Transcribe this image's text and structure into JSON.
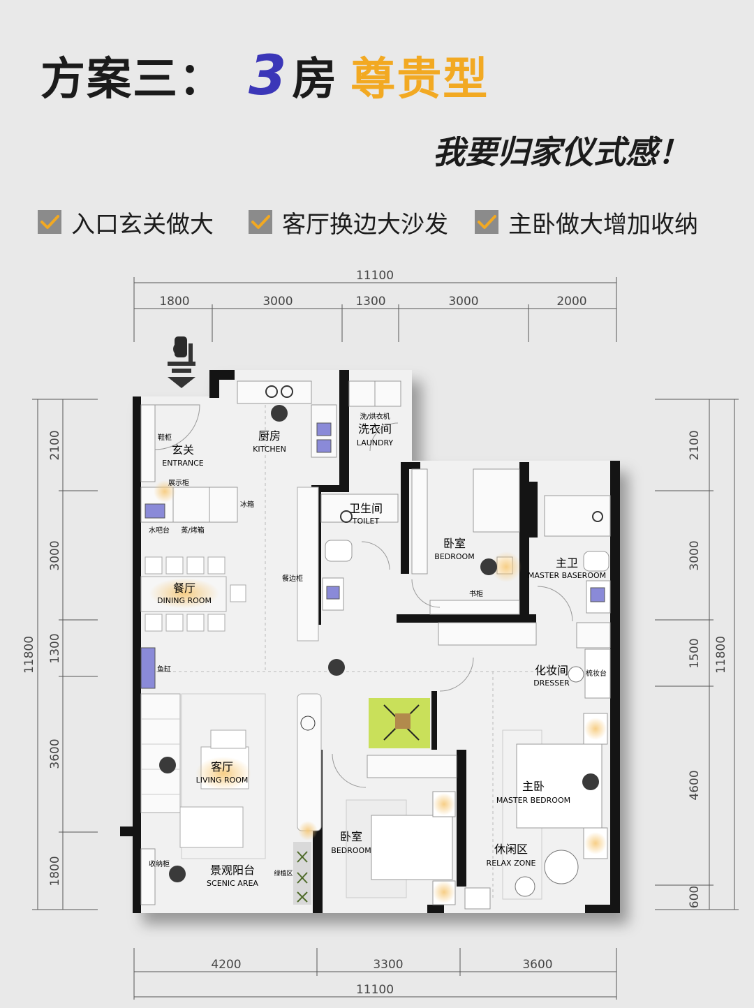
{
  "header": {
    "title_main": "方案三：",
    "title_number": "3",
    "title_room": "房",
    "title_type": "尊贵型",
    "slogan": "我要归家仪式感！"
  },
  "features": [
    {
      "label": "入口玄关做大"
    },
    {
      "label": "客厅换边大沙发"
    },
    {
      "label": "主卧做大增加收纳"
    }
  ],
  "dimensions": {
    "top_total": "11100",
    "top_segments": [
      "1800",
      "3000",
      "1300",
      "3000",
      "2000"
    ],
    "bottom_total": "11100",
    "bottom_segments": [
      "4200",
      "3300",
      "3600"
    ],
    "left_total": "11800",
    "left_segments": [
      "2100",
      "3000",
      "1300",
      "3600",
      "1800"
    ],
    "right_total": "11800",
    "right_segments": [
      "2100",
      "3000",
      "1500",
      "4600",
      "600"
    ]
  },
  "rooms": {
    "kitchen": {
      "cn": "厨房",
      "en": "KITCHEN"
    },
    "laundry": {
      "cn": "洗衣间",
      "en": "LAUNDRY",
      "note": "洗/烘衣机"
    },
    "entrance": {
      "cn": "玄关",
      "en": "ENTRANCE"
    },
    "toilet": {
      "cn": "卫生间",
      "en": "TOILET"
    },
    "bedroom1": {
      "cn": "卧室",
      "en": "BEDROOM"
    },
    "master_bath": {
      "cn": "主卫",
      "en": "MASTER BASEROOM"
    },
    "dining": {
      "cn": "餐厅",
      "en": "DINING ROOM"
    },
    "dresser": {
      "cn": "化妆间",
      "en": "DRESSER"
    },
    "living": {
      "cn": "客厅",
      "en": "LIVING ROOM"
    },
    "master_bedroom": {
      "cn": "主卧",
      "en": "MASTER BEDROOM"
    },
    "bedroom2": {
      "cn": "卧室",
      "en": "BEDROOM"
    },
    "relax": {
      "cn": "休闲区",
      "en": "RELAX ZONE"
    },
    "scenic": {
      "cn": "景观阳台",
      "en": "SCENIC AREA"
    }
  },
  "furniture": {
    "shoe_cabinet": "鞋柜",
    "display_cabinet": "展示柜",
    "fridge": "冰箱",
    "bar": "水吧台",
    "oven": "蒸/烤箱",
    "sideboard": "餐边柜",
    "bookcase": "书柜",
    "vanity": "梳妆台",
    "aquarium": "鱼缸",
    "storage": "收纳柜",
    "greenery": "绿植区"
  },
  "colors": {
    "accent_orange": "#f2a922",
    "accent_blue": "#3b36b8",
    "wall": "#111111",
    "sink": "#8a8ad8",
    "green_block": "#c9e05a"
  }
}
